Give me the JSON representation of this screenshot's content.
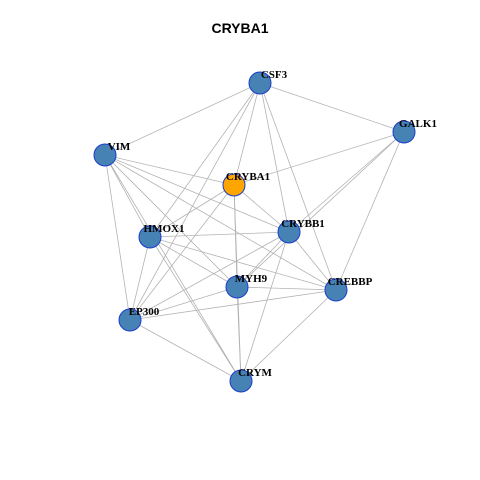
{
  "title": "CRYBA1",
  "colors": {
    "query_node": "#FFA500",
    "other_node": "#4682B4",
    "node_border": "#1A3CCC",
    "edge": "#B3B3B3"
  },
  "nodes": [
    {
      "id": "CSF3",
      "label": "CSF3",
      "query": false
    },
    {
      "id": "GALK1",
      "label": "GALK1",
      "query": false
    },
    {
      "id": "VIM",
      "label": "VIM",
      "query": false
    },
    {
      "id": "CRYBA1",
      "label": "CRYBA1",
      "query": true
    },
    {
      "id": "CRYBB1",
      "label": "CRYBB1",
      "query": false
    },
    {
      "id": "HMOX1",
      "label": "HMOX1",
      "query": false
    },
    {
      "id": "MYH9",
      "label": "MYH9",
      "query": false
    },
    {
      "id": "CREBBP",
      "label": "CREBBP",
      "query": false
    },
    {
      "id": "EP300",
      "label": "EP300",
      "query": false
    },
    {
      "id": "CRYM",
      "label": "CRYM",
      "query": false
    }
  ],
  "edges": [
    [
      "CSF3",
      "GALK1"
    ],
    [
      "CSF3",
      "VIM"
    ],
    [
      "CSF3",
      "CRYBA1"
    ],
    [
      "CSF3",
      "CRYBB1"
    ],
    [
      "CSF3",
      "HMOX1"
    ],
    [
      "CSF3",
      "CREBBP"
    ],
    [
      "CSF3",
      "EP300"
    ],
    [
      "GALK1",
      "CRYBA1"
    ],
    [
      "GALK1",
      "CRYBB1"
    ],
    [
      "GALK1",
      "MYH9"
    ],
    [
      "GALK1",
      "CREBBP"
    ],
    [
      "VIM",
      "CRYBA1"
    ],
    [
      "VIM",
      "CRYBB1"
    ],
    [
      "VIM",
      "HMOX1"
    ],
    [
      "VIM",
      "MYH9"
    ],
    [
      "VIM",
      "CREBBP"
    ],
    [
      "VIM",
      "EP300"
    ],
    [
      "VIM",
      "CRYM"
    ],
    [
      "CRYBA1",
      "HMOX1"
    ],
    [
      "CRYBA1",
      "MYH9"
    ],
    [
      "CRYBA1",
      "CRYBB1"
    ],
    [
      "CRYBA1",
      "EP300"
    ],
    [
      "CRYBA1",
      "CRYM"
    ],
    [
      "HMOX1",
      "CRYBB1"
    ],
    [
      "HMOX1",
      "MYH9"
    ],
    [
      "HMOX1",
      "CREBBP"
    ],
    [
      "HMOX1",
      "EP300"
    ],
    [
      "HMOX1",
      "CRYM"
    ],
    [
      "CRYBB1",
      "MYH9"
    ],
    [
      "CRYBB1",
      "CREBBP"
    ],
    [
      "CRYBB1",
      "EP300"
    ],
    [
      "CRYBB1",
      "CRYM"
    ],
    [
      "MYH9",
      "CREBBP"
    ],
    [
      "MYH9",
      "EP300"
    ],
    [
      "MYH9",
      "CRYM"
    ],
    [
      "CREBBP",
      "EP300"
    ],
    [
      "CREBBP",
      "CRYM"
    ],
    [
      "EP300",
      "CRYM"
    ]
  ]
}
